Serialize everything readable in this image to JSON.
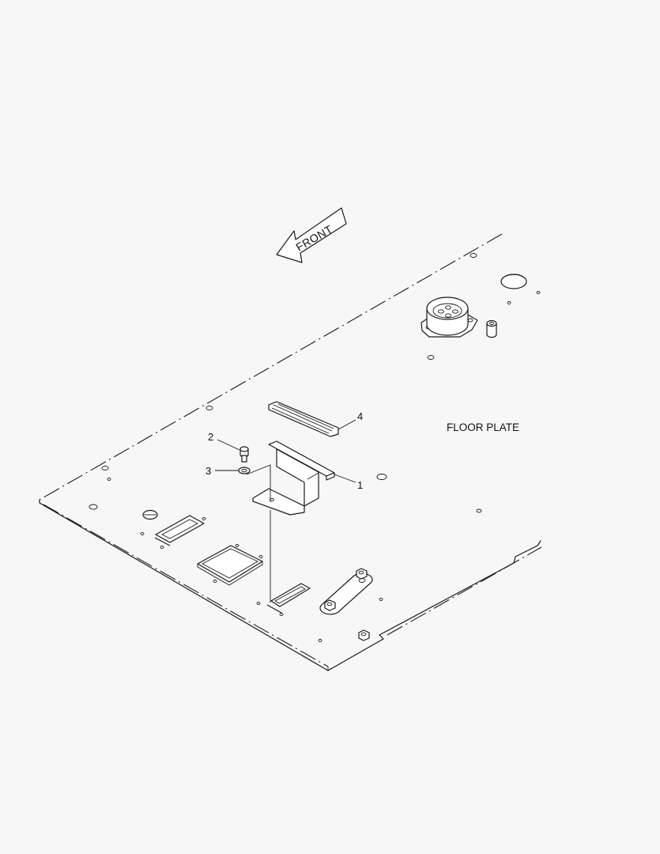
{
  "diagram": {
    "title": "FLOOR PLATE",
    "direction_label": "FRONT",
    "callouts": [
      "1",
      "2",
      "3",
      "4"
    ]
  }
}
